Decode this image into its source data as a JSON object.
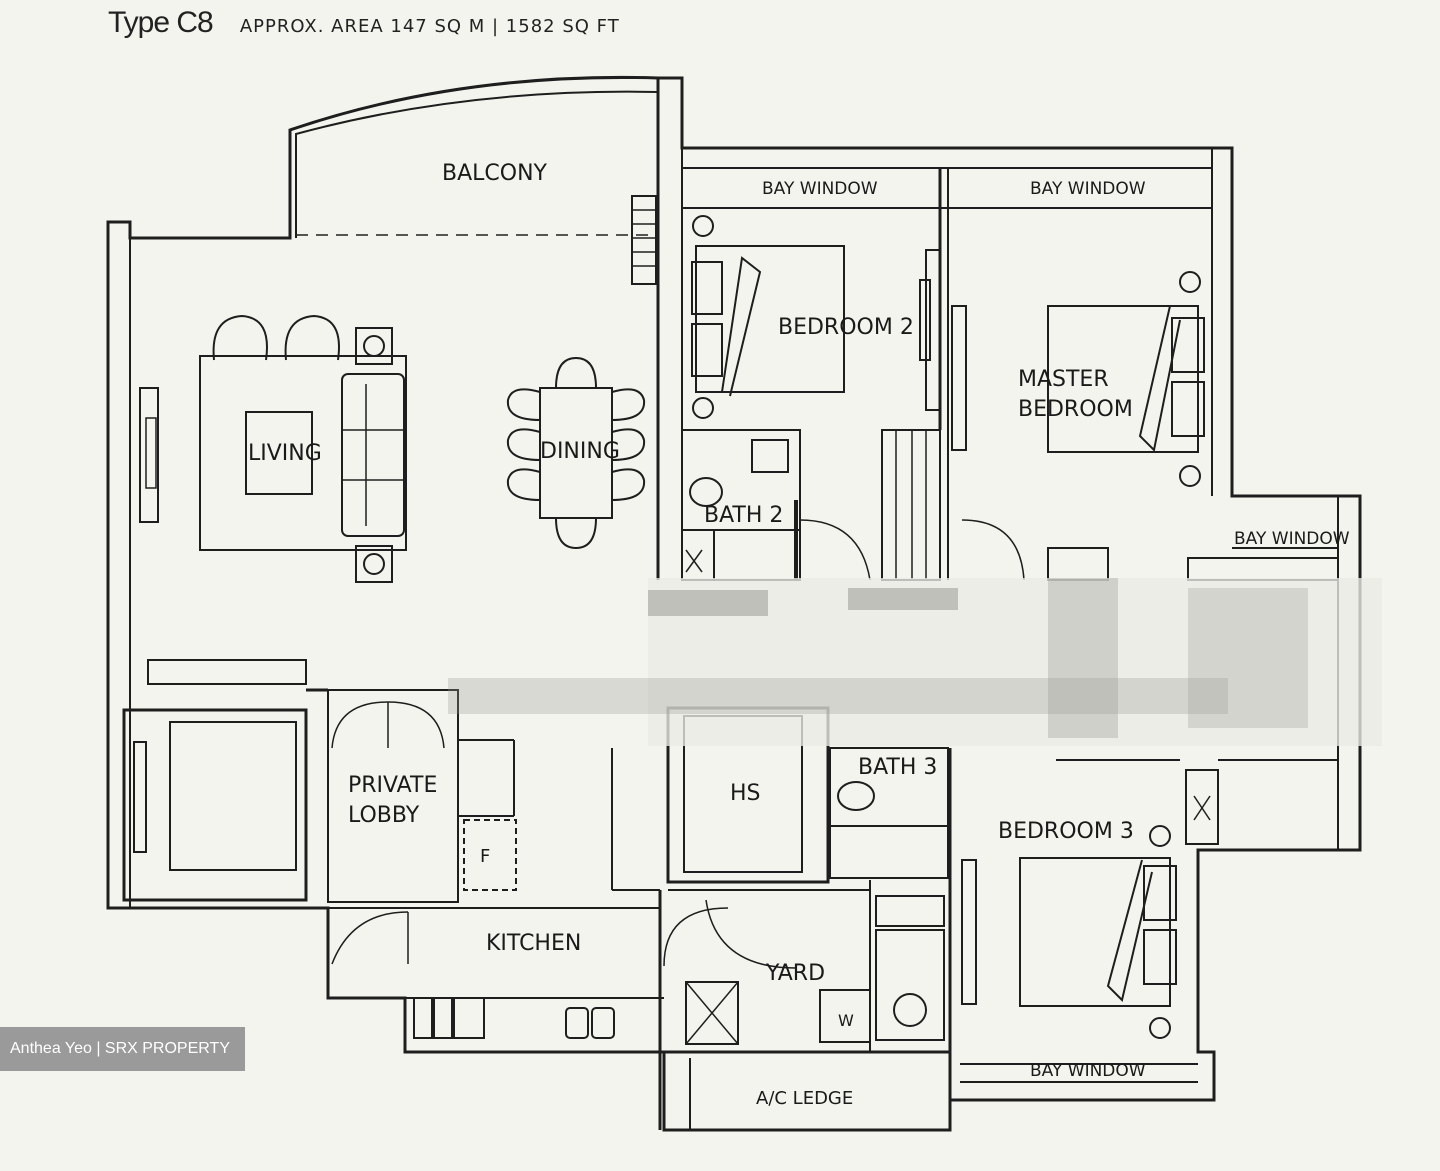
{
  "header": {
    "type_label": "Type C8",
    "area_label": "APPROX. AREA  147 SQ M  |  1582 SQ FT"
  },
  "rooms": {
    "balcony": "BALCONY",
    "bay_window_1": "BAY WINDOW",
    "bay_window_2": "BAY WINDOW",
    "bay_window_3": "BAY WINDOW",
    "bay_window_4": "BAY WINDOW",
    "bedroom_2": "BEDROOM 2",
    "master_bedroom_line1": "MASTER",
    "master_bedroom_line2": "BEDROOM",
    "living": "LIVING",
    "dining": "DINING",
    "bath_2": "BATH 2",
    "bath_3": "BATH 3",
    "private_lobby_line1": "PRIVATE",
    "private_lobby_line2": "LOBBY",
    "hs": "HS",
    "bedroom_3": "BEDROOM 3",
    "kitchen": "KITCHEN",
    "yard": "YARD",
    "ac_ledge": "A/C LEDGE",
    "fridge": "F",
    "washer": "W"
  },
  "watermark": "Anthea Yeo | SRX PROPERTY",
  "colors": {
    "line": "#1e1e1e",
    "background": "#f4f4ee",
    "watermark_bg": "#9a9a9a"
  }
}
